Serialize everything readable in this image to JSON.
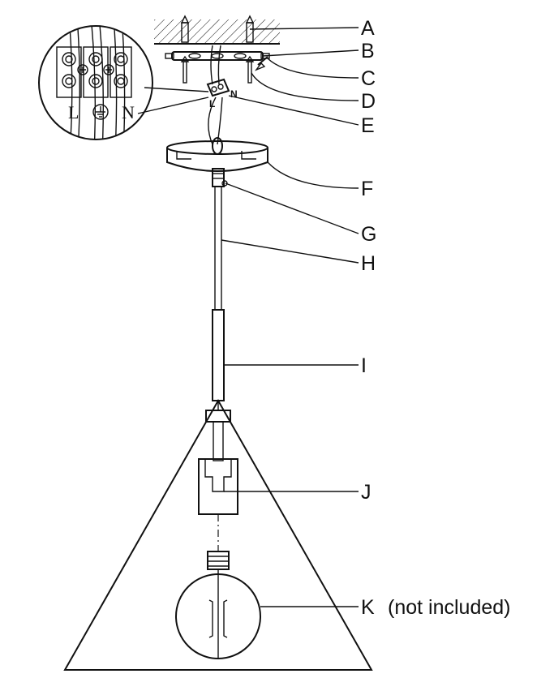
{
  "labels": {
    "A": "A",
    "B": "B",
    "C": "C",
    "D": "D",
    "E": "E",
    "F": "F",
    "G": "G",
    "H": "H",
    "I": "I",
    "J": "J",
    "K": "K",
    "K_note": "(not included)"
  },
  "terminal_labels": {
    "live": "L",
    "neutral": "N",
    "ground": "⏚"
  },
  "wire_markers": {
    "live": "L",
    "neutral": "N"
  }
}
